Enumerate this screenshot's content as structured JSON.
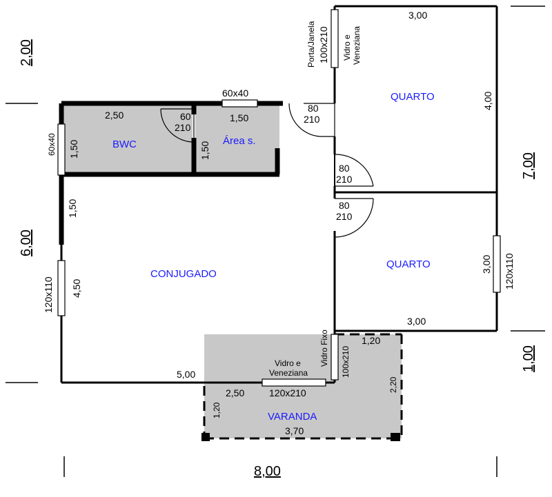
{
  "rooms": {
    "quarto_top": "QUARTO",
    "quarto_bottom": "QUARTO",
    "bwc": "BWC",
    "area_servico": "Área s.",
    "conjugado": "CONJUGADO",
    "varanda": "VARANDA"
  },
  "dims": {
    "total_width": "8,00",
    "total_height": "7,00",
    "left_height": "6,00",
    "top_left_offset": "2,00",
    "bottom_right_offset": "1,00",
    "quarto_top_width": "3,00",
    "quarto_top_height": "4,00",
    "quarto_bottom_width": "3,00",
    "quarto_bottom_height": "3,00",
    "bwc_width": "2,50",
    "bwc_height": "1,50",
    "area_width": "1,50",
    "area_height": "1,50",
    "conj_left_upper": "1,50",
    "conj_left_lower": "4,50",
    "conj_bottom": "5,00",
    "varanda_width": "3,70",
    "varanda_left": "1,20",
    "varanda_seg": "2,50",
    "varanda_top": "1,20",
    "varanda_right": "2,20"
  },
  "openings": {
    "door_top": "80",
    "door_top_h": "210",
    "door_mid": "80",
    "door_mid_h": "210",
    "door_low": "80",
    "door_low_h": "210",
    "door_bwc": "60",
    "door_bwc_h": "210",
    "win_bwc": "60x40",
    "win_area": "60x40",
    "win_quarto_top": "100x210",
    "win_quarto_top_label": "Porta/Janela",
    "win_quarto_top_note1": "Vidro e",
    "win_quarto_top_note2": "Veneziana",
    "win_quarto_right": "120x110",
    "win_conj_left": "120x110",
    "win_conj_bottom": "120x210",
    "win_conj_bottom_note1": "Vidro e",
    "win_conj_bottom_note2": "Veneziana",
    "win_varanda_side": "100x210",
    "win_varanda_side_note": "Vidro Fixo"
  }
}
